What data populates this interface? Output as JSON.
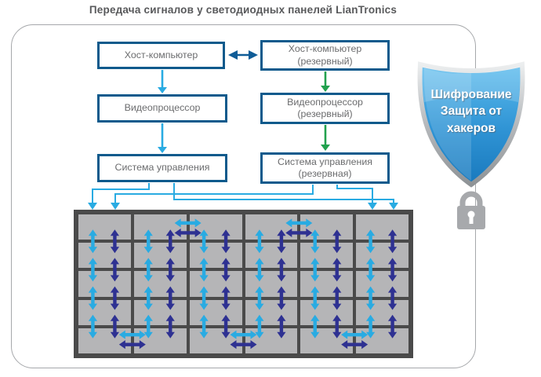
{
  "title": "Передача сигналов у светодиодных панелей LianTronics",
  "boxes": {
    "host_main": "Хост-компьютер",
    "host_backup": "Хост-компьютер\n(резервный)",
    "video_main": "Видеопроцессор",
    "video_backup": "Видеопроцессор\n(резервный)",
    "control_main": "Система управления",
    "control_backup": "Система управления\n(резервная)"
  },
  "shield": {
    "label": "Шифрование\nЗащита от\nхакеров"
  },
  "led_wall": {
    "columns": 6,
    "rows": 5,
    "top_horizontal_link_boundaries": [
      1,
      3
    ],
    "bottom_horizontal_link_boundaries": [
      0,
      2,
      4
    ]
  },
  "colors": {
    "box_border": "#0e5a8c",
    "main_signal_cyan": "#29abe2",
    "backup_signal_green": "#22a14e",
    "panel_link_dark_blue": "#2e3192",
    "host_link_blue": "#0f5c97",
    "panel_fill": "#b5b5b7",
    "panel_border": "#4a4a4a",
    "shield_blue_top": "#5cbcee",
    "shield_blue_bottom": "#1979bd",
    "lock_gray": "#a7a9ac"
  }
}
